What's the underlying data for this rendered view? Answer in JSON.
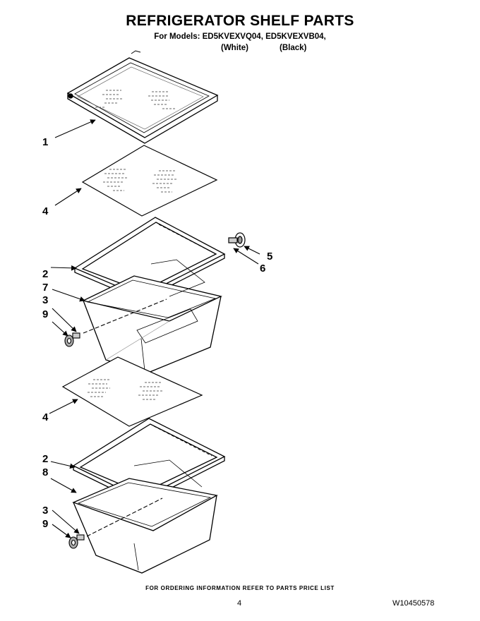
{
  "header": {
    "title": "REFRIGERATOR SHELF PARTS",
    "models_line": "For Models: ED5KVEXVQ04, ED5KVEXVB04,",
    "finish_white": "(White)",
    "finish_black": "(Black)"
  },
  "callouts": {
    "c1": "1",
    "c4a": "4",
    "c5": "5",
    "c6": "6",
    "c2a": "2",
    "c7": "7",
    "c3a": "3",
    "c9a": "9",
    "c4b": "4",
    "c2b": "2",
    "c8": "8",
    "c3b": "3",
    "c9b": "9"
  },
  "footer": {
    "ordering_note": "FOR ORDERING INFORMATION REFER TO PARTS PRICE LIST",
    "page_number": "4",
    "document_number": "W10450578"
  }
}
